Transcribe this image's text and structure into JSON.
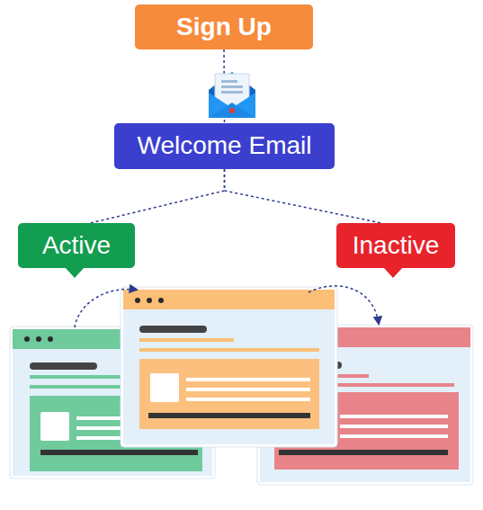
{
  "diagram": {
    "nodes": [
      {
        "text": [
          "Sign Up"
        ]
      },
      {
        "text": [
          "Welcome Email"
        ]
      },
      {
        "text": [
          "Active"
        ]
      },
      {
        "text": [
          "Inactive"
        ]
      }
    ],
    "edges": [
      {
        "from": 0,
        "to": 1,
        "arrow": "none"
      },
      {
        "from": 1,
        "to": 2,
        "arrow": "none"
      },
      {
        "from": 1,
        "to": 3,
        "arrow": "none"
      }
    ]
  }
}
